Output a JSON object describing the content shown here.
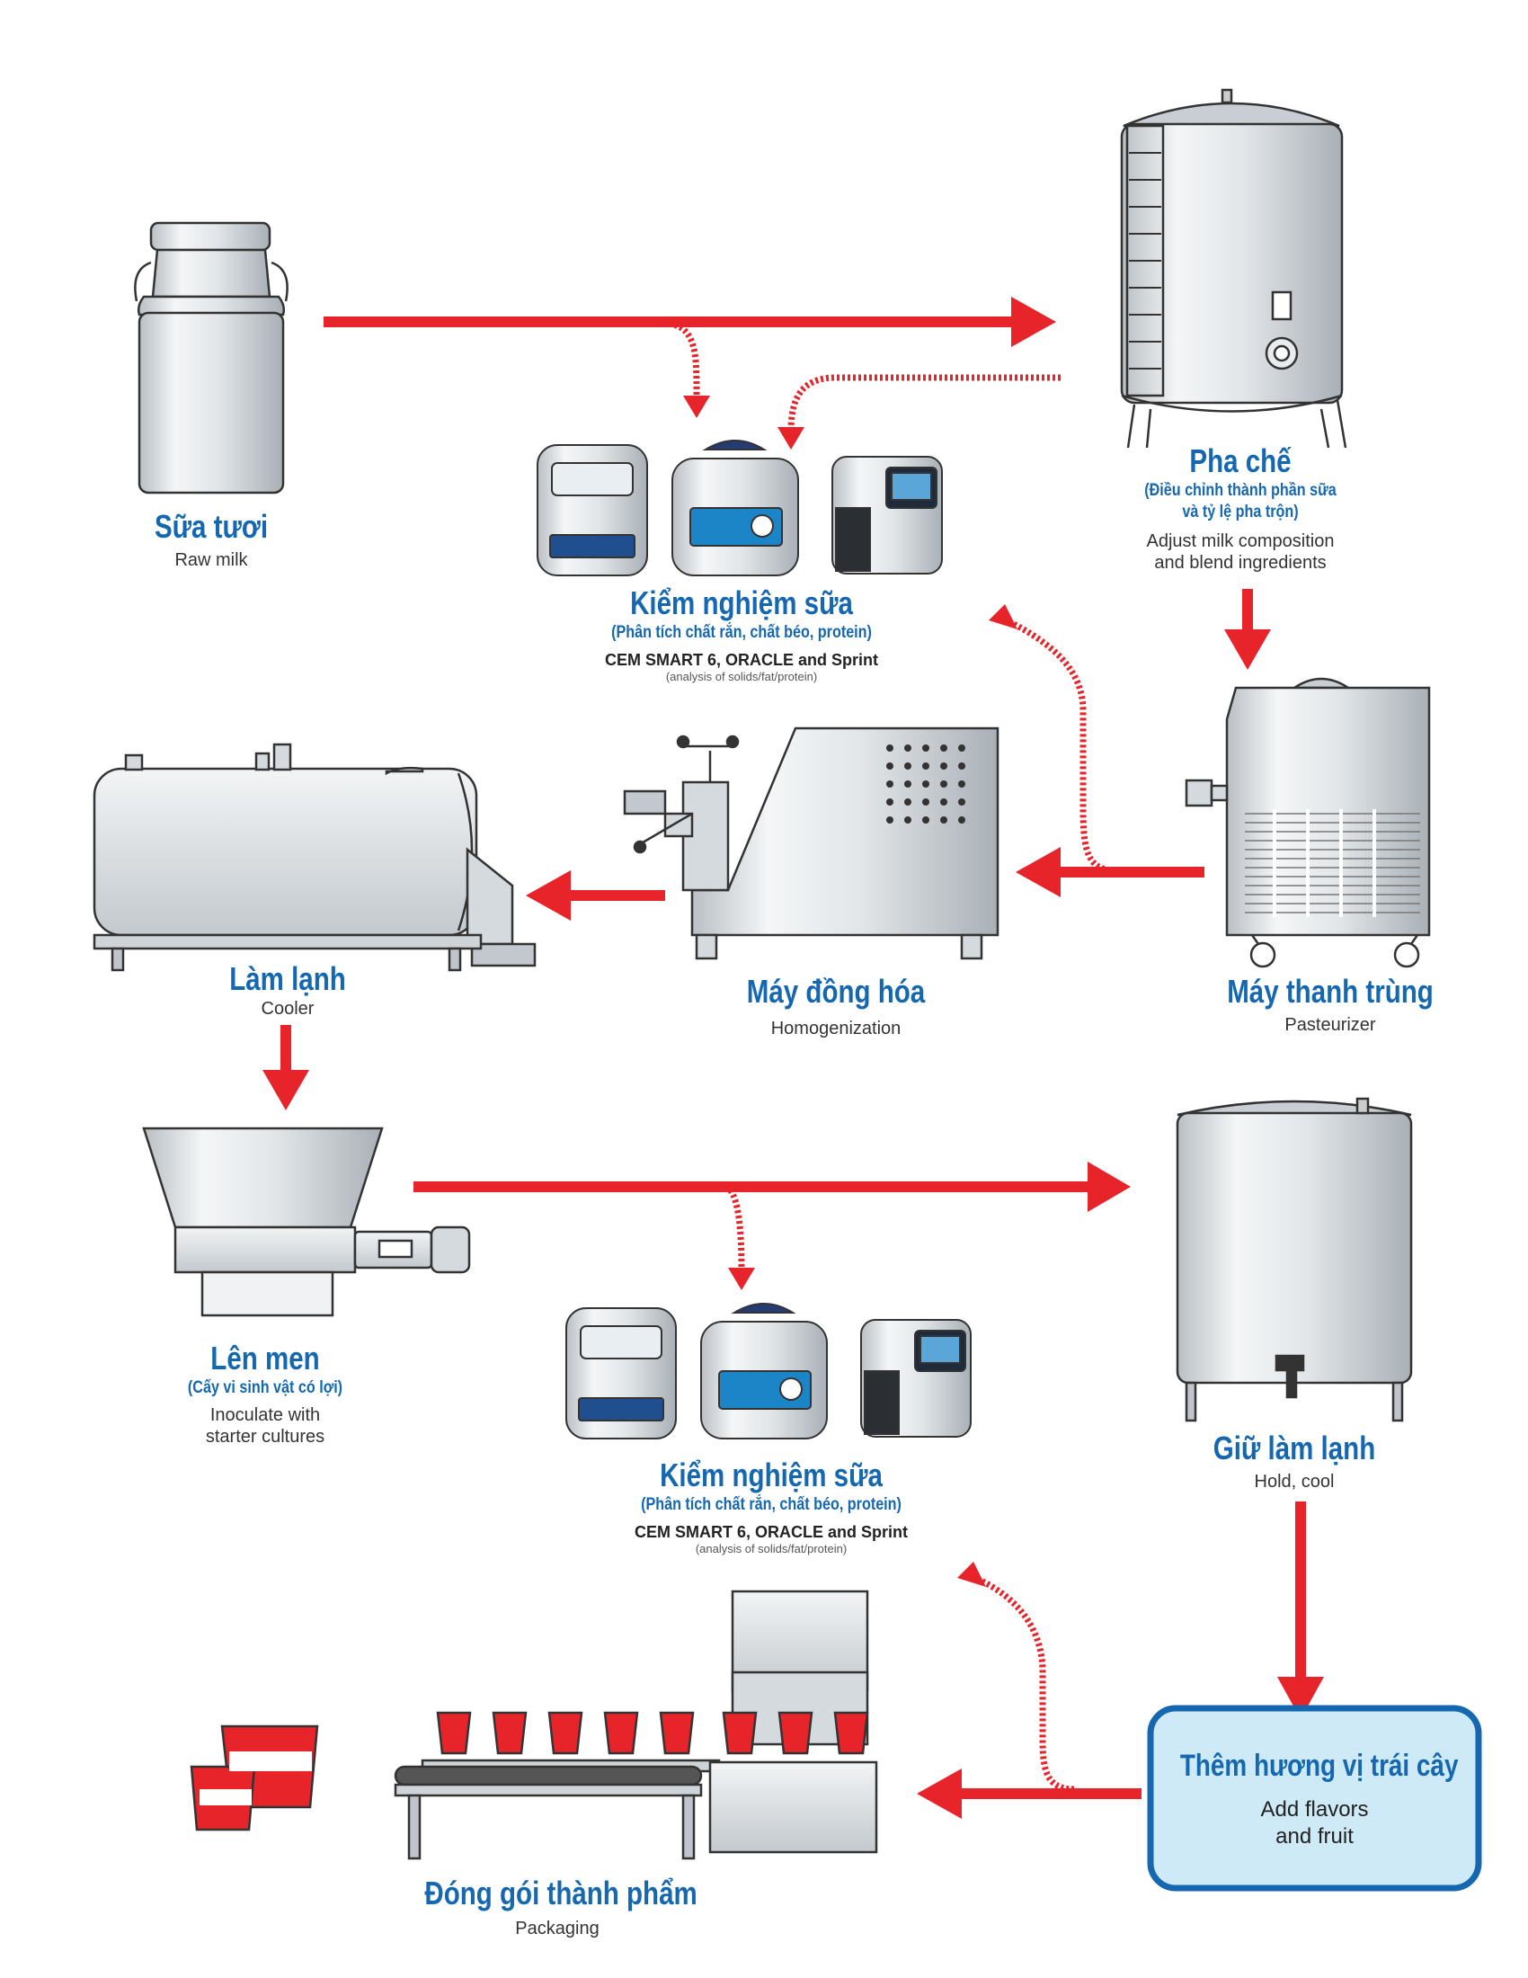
{
  "colors": {
    "arrow": "#e8242b",
    "title": "#1567b0",
    "box_border": "#1567b0",
    "box_fill": "#cfeaf7",
    "steel": "#dfe3e6"
  },
  "steps": {
    "raw_milk": {
      "vn": "Sữa tươi",
      "en": "Raw milk"
    },
    "mixing": {
      "vn": "Pha chế",
      "vn_sub": "(Điều chỉnh thành phần sữa\nvà tỷ lệ pha trộn)",
      "en": "Adjust milk composition\nand blend ingredients"
    },
    "testing_1": {
      "vn": "Kiểm nghiệm sữa",
      "vn_sub": "(Phân tích chất rắn, chất béo, protein)",
      "en": "CEM SMART 6, ORACLE and Sprint",
      "en_small": "(analysis of solids/fat/protein)"
    },
    "pasteurizer": {
      "vn": "Máy thanh trùng",
      "en": "Pasteurizer"
    },
    "homogenization": {
      "vn": "Máy đồng hóa",
      "en": "Homogenization"
    },
    "cooler": {
      "vn": "Làm lạnh",
      "en": "Cooler"
    },
    "fermentation": {
      "vn": "Lên men",
      "vn_sub": "(Cấy vi sinh vật có lợi)",
      "en": "Inoculate with\nstarter cultures"
    },
    "testing_2": {
      "vn": "Kiểm nghiệm sữa",
      "vn_sub": "(Phân tích chất rắn, chất béo, protein)",
      "en": "CEM SMART 6, ORACLE and Sprint",
      "en_small": "(analysis of solids/fat/protein)"
    },
    "hold_cool": {
      "vn": "Giữ làm lạnh",
      "en": "Hold, cool"
    },
    "flavors": {
      "vn": "Thêm hương vị trái cây",
      "en": "Add flavors\nand fruit"
    },
    "packaging": {
      "vn": "Đóng gói thành phẩm",
      "en": "Packaging"
    }
  }
}
